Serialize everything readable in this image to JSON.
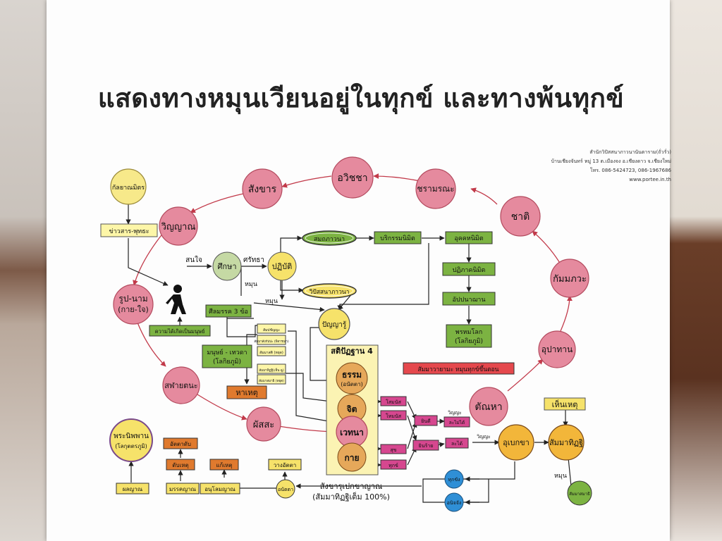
{
  "title": "แสดงทางหมุนเวียนอยู่ในทุกข์ และทางพ้นทุกข์",
  "org": {
    "name": "สำนักวิปัสสนาภาวนานันตาราม(ถั่วรั่ว)",
    "address": "บ้านเชียงจันทร์ หมู่ 13 ต.เมืองจง อ.เชียงดาว จ.เชียงใหม่",
    "phone": "โทร. 086-5424723, 086-1967686",
    "web": "www.portee.in.th"
  },
  "colors": {
    "pink": "#e58a9e",
    "yellow": "#f6e26a",
    "green": "#7cb342",
    "olive": "#c9d7a6",
    "orange": "#e6a85a",
    "magenta": "#d6478f",
    "blue": "#2f8fd6",
    "red_box": "#e5484d",
    "arrow": "#c23a4a",
    "line": "#222222"
  },
  "cycle": {
    "avijja": "อวิชชา",
    "sankhara": "สังขาร",
    "vinnana": "วิญญาณ",
    "rupanama_1": "รูป-นาม",
    "rupanama_2": "(กาย-ใจ)",
    "salayatana": "สฬายตนะ",
    "phassa": "ผัสสะ",
    "vedana": "เวทนา",
    "tanha": "ตัณหา",
    "upadana": "อุปาทาน",
    "kammabhava": "กัมมภวะ",
    "jati": "ชาติ",
    "jaramarana": "ชรามรณะ"
  },
  "left": {
    "kalyanamitta": "กัลยาณมิตร",
    "news": "ข่าวสาร-พุทธะ",
    "sonjai": "สนใจ",
    "suksa": "ศึกษา",
    "sattha": "ศรัทธา",
    "patibat": "ปฏิบัติ",
    "mun": "หมุน",
    "mun2": "หมุน",
    "silamakk": "ศีลมรรค 3 ข้อ",
    "khwam_dai": "ความได้เกิดเป็นมนุษย์",
    "manut_1": "มนุษย์ - เทวดา",
    "manut_2": "(โลกิยภูมิ)",
    "hahet": "หาเหตุ",
    "panya": "ปัญญารู้"
  },
  "path": {
    "samatha": "สมถภาวนา",
    "vipassana": "วิปัสสนาภาวนา",
    "boriKamma": "บริกรรมนิมิต",
    "uggaha": "อุคคหนิมิต",
    "patibhaga": "ปฏิภาคนิมิต",
    "appana": "อัปปนาฌาน",
    "phrom_1": "พรหมโลก",
    "phrom_2": "(โลกิยภูมิ)",
    "sammavayama": "สัมมาวายามะ หมุนทุกข์ขึ้นตอน"
  },
  "small_boxes": [
    "สัมปชัญญะ",
    "สัมมาสังกัปปะ (พิจารณา)",
    "สัมมาสติ (หยุด)",
    "สัมมาทิฏฐิ(เห็น ฉู)",
    "สัมมาสมาธิ (หยุด)"
  ],
  "satipatthana": {
    "header": "สติปัฏฐาน 4",
    "dhamma_1": "ธรรม",
    "dhamma_2": "(อนัตตา)",
    "jit": "จิต",
    "vedana": "เวทนา",
    "kaya": "กาย"
  },
  "feelings": {
    "chomanat": "โสมนัส",
    "tomanat": "โทมนัส",
    "suk": "สุข",
    "tuk": "ทุกข์",
    "yindi": "ยินดี",
    "yinrai": "ยินร้าย",
    "labmaidai": "ละไม่ได้",
    "ladai": "ละได้",
    "vinnana_a": "วิญญะ",
    "vinnana_b": "วิญญะ"
  },
  "right_bottom": {
    "upekkha": "อุเบกขา",
    "sammaditthi": "สัมมาทิฏฐิ",
    "henhet": "เห็นเหตุ",
    "mun": "หมุน",
    "sammasamadhi": "สัมมาสมาธิ",
    "thukkhang": "ทุกขัง",
    "aniccang": "อนิจจัง"
  },
  "bottom": {
    "nibbana_1": "พระนิพพาน",
    "nibbana_2": "(โลกุตตรภูมิ)",
    "attatab": "อัตตาดับ",
    "dabhet": "ดับเหตุ",
    "kaehet": "แก้เหตุ",
    "wangatta": "วางอัตตา",
    "phalayan": "ผลญาณ",
    "makkayan": "มรรคญาณ",
    "anulomayan": "อนุโลมญาณ",
    "anatta": "อนัตตา",
    "sankhara_1": "สังขารุเปกขาญาณ",
    "sankhara_2": "(สัมมาทิฏฐิเต็ม 100%)"
  }
}
